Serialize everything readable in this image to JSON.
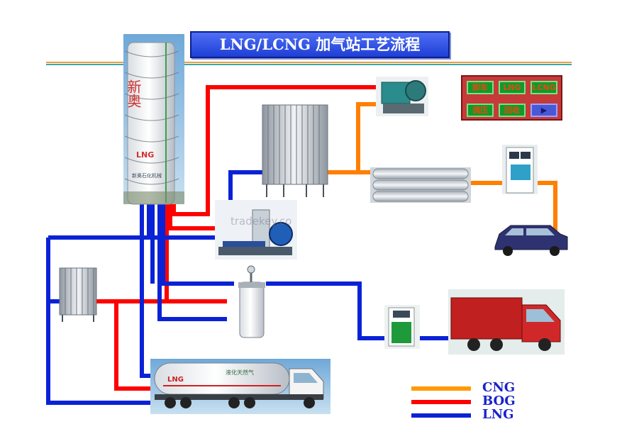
{
  "title": "LNG/LCNG  加气站工艺流程",
  "colors": {
    "cng": "#ff7f00",
    "bog": "#ff0000",
    "lng": "#0a22d6",
    "lng_dark": "#0a2fb0"
  },
  "tank": {
    "vertical_text": "新奥",
    "logo": "LNG",
    "company": "新奥石化机械"
  },
  "trailer": {
    "logo": "LNG",
    "text": "液化天然气"
  },
  "controls": {
    "row1": [
      "卸车",
      "LNG",
      "LCNG"
    ],
    "row2": [
      "调压",
      "回收",
      "▶"
    ]
  },
  "legend": [
    {
      "label": "CNG"
    },
    {
      "label": "BOG"
    },
    {
      "label": "LNG"
    }
  ],
  "watermark": "tradekey.co"
}
